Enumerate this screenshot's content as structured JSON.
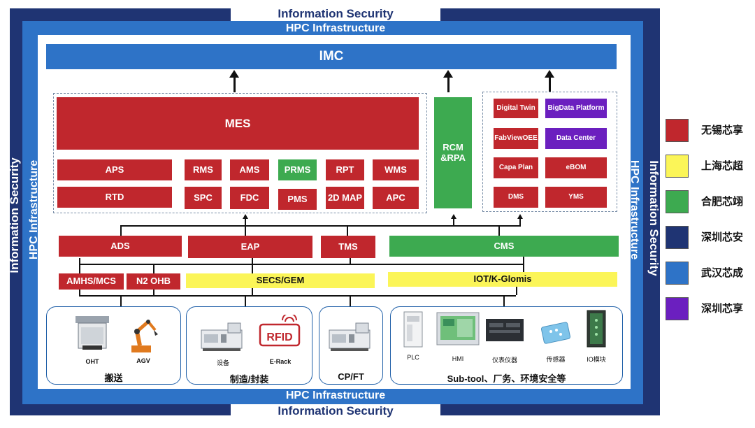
{
  "labels": {
    "information_security": "Information  Security",
    "hpc_infrastructure": "HPC Infrastructure"
  },
  "top": {
    "imc": "IMC"
  },
  "mes_group": {
    "mes": "MES",
    "row1": [
      "APS",
      "RMS",
      "AMS",
      "PRMS",
      "RPT",
      "WMS"
    ],
    "row2": [
      "RTD",
      "SPC",
      "FDC",
      "PMS",
      "2D MAP",
      "APC"
    ]
  },
  "rcm": {
    "line1": "RCM",
    "line2": "&RPA"
  },
  "right_group": {
    "items": [
      "Digital Twin",
      "BigData Platform",
      "FabViewOEE",
      "Data Center",
      "Capa Plan",
      "eBOM",
      "DMS",
      "YMS"
    ]
  },
  "middle_row": {
    "ads": "ADS",
    "eap": "EAP",
    "tms": "TMS",
    "cms": "CMS"
  },
  "lower_row": {
    "amhs": "AMHS/MCS",
    "n2": "N2 OHB",
    "secs": "SECS/GEM",
    "iot": "IOT/K-Glomis"
  },
  "equipment": {
    "transport": {
      "title": "搬送",
      "items": [
        "OHT",
        "AGV"
      ]
    },
    "manufacturing": {
      "title": "制造/封装",
      "items": [
        "设备",
        "E-Rack"
      ],
      "rfid_text": "RFID"
    },
    "cpft": {
      "title": "CP/FT"
    },
    "subtool": {
      "title": "Sub-tool、厂务、环境安全等",
      "items": [
        "PLC",
        "HMI",
        "仪表仪器",
        "传感器",
        "IO模块"
      ]
    }
  },
  "legend": [
    {
      "label": "无锡芯享",
      "color": "#c0272d"
    },
    {
      "label": "上海芯超",
      "color": "#fbf558"
    },
    {
      "label": "合肥芯翊",
      "color": "#3daa50"
    },
    {
      "label": "深圳芯安",
      "color": "#1f3473"
    },
    {
      "label": "武汉芯成",
      "color": "#2e73c7"
    },
    {
      "label": "深圳芯享",
      "color": "#6b1fbf"
    }
  ],
  "colors": {
    "red": "#c0272d",
    "yellow": "#fbf558",
    "green": "#3daa50",
    "navy": "#1f3473",
    "blue": "#2e73c7",
    "purple": "#6b1fbf"
  }
}
